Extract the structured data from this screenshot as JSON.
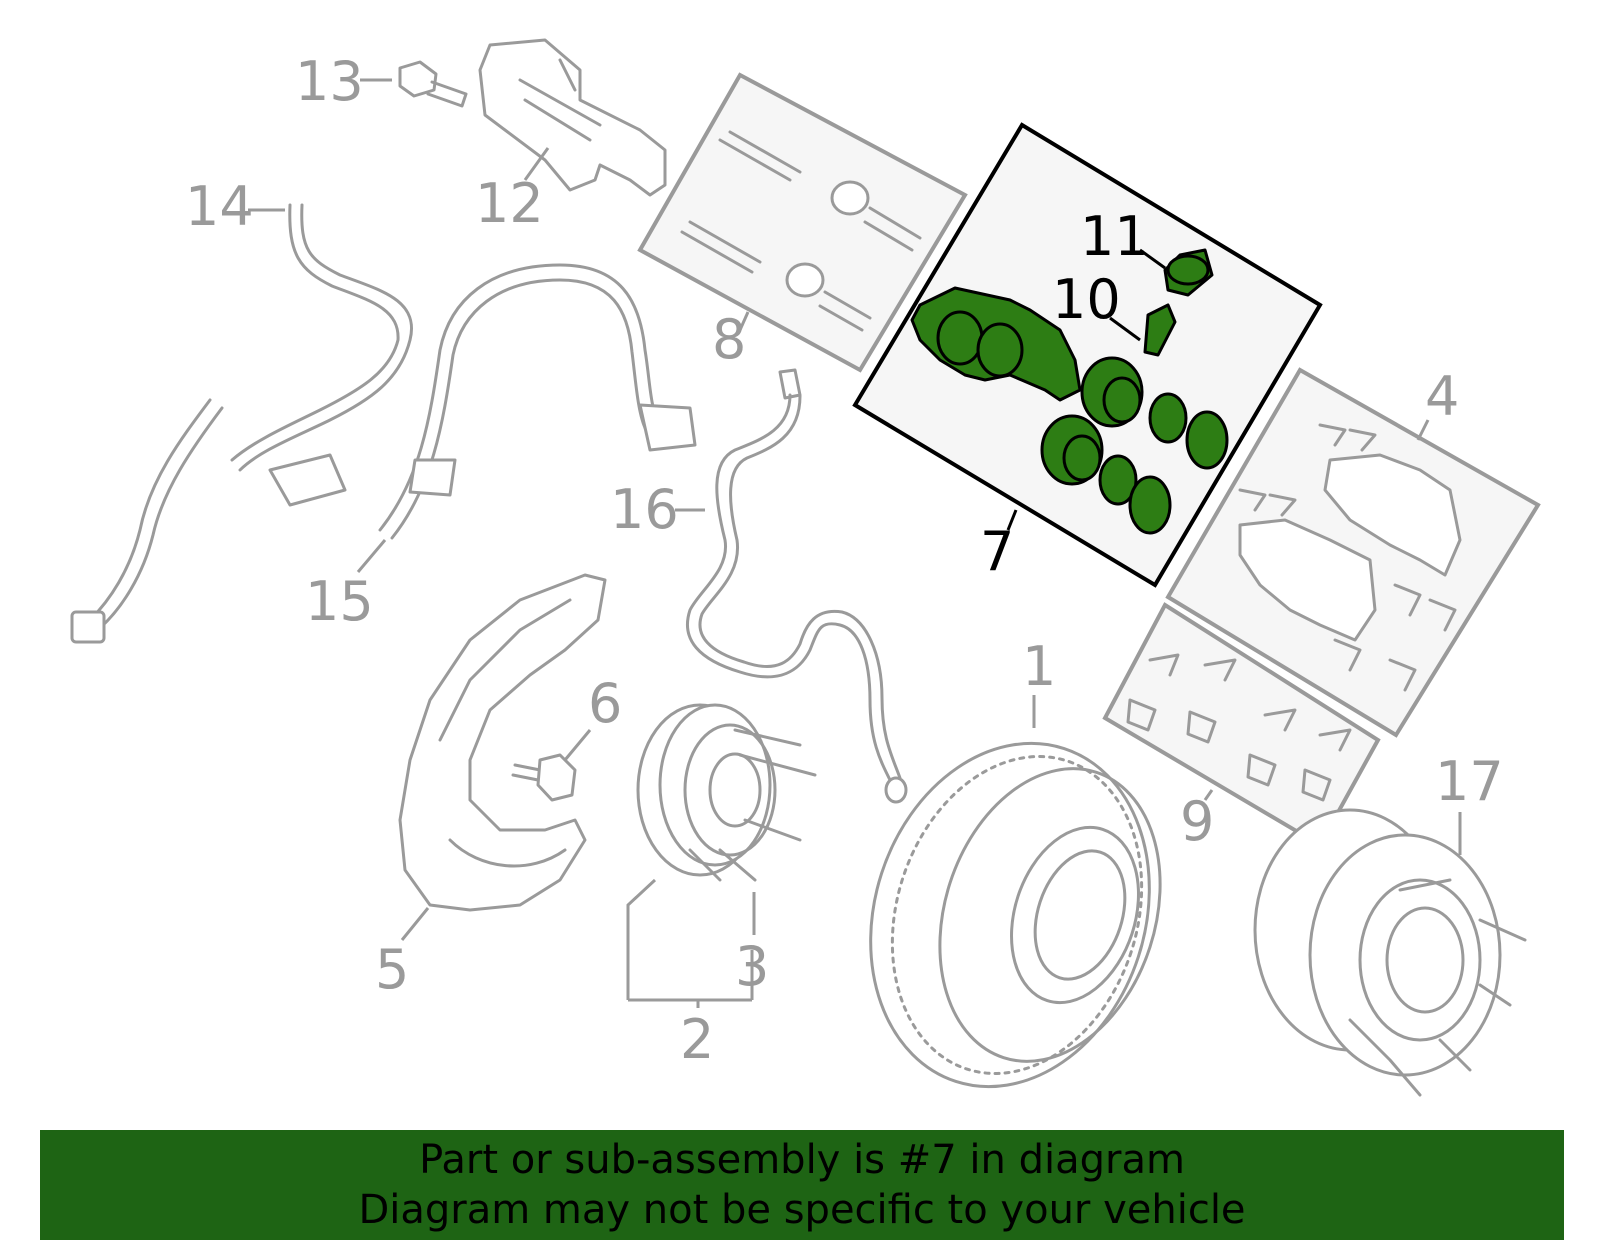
{
  "diagram": {
    "callouts": {
      "c1": "1",
      "c2": "2",
      "c3": "3",
      "c4": "4",
      "c5": "5",
      "c6": "6",
      "c7": "7",
      "c8": "8",
      "c9": "9",
      "c10": "10",
      "c11": "11",
      "c12": "12",
      "c13": "13",
      "c14": "14",
      "c15": "15",
      "c16": "16",
      "c17": "17"
    },
    "highlight_color": "#2d7d14",
    "line_color": "#9a9a9a"
  },
  "banner": {
    "line1": "Part or sub-assembly is #7 in diagram",
    "line2": "Diagram may not be specific to your vehicle",
    "background": "#1e6414"
  }
}
